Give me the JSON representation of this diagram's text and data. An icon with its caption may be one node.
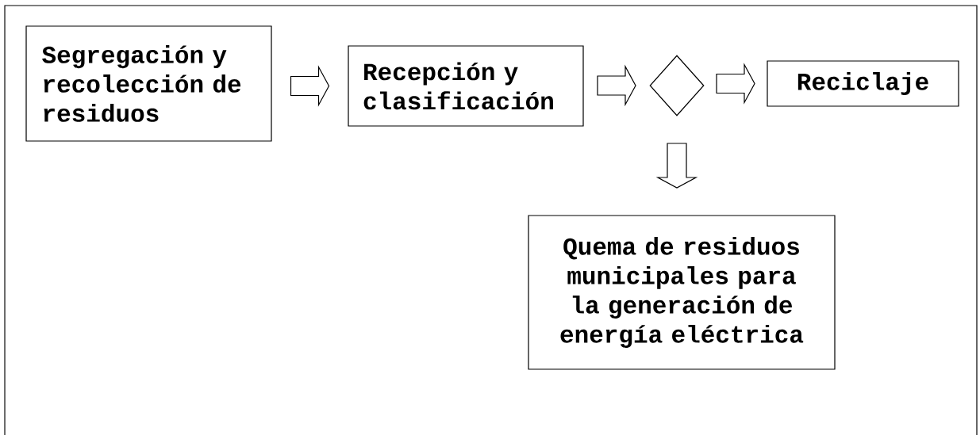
{
  "diagram": {
    "nodes": [
      {
        "text": [
          "Segregación y recolección de residuos"
        ]
      },
      {
        "text": [
          "Recepción y clasificación"
        ]
      },
      {
        "text": [],
        "shape": "diamond"
      },
      {
        "text": [
          "Reciclaje"
        ]
      },
      {
        "text": [
          "Quema de residuos municipales para la generación de energía eléctrica"
        ]
      }
    ],
    "edges": [
      {
        "from": 0,
        "to": 1,
        "arrow": "to"
      },
      {
        "from": 1,
        "to": 2,
        "arrow": "to"
      },
      {
        "from": 2,
        "to": 3,
        "arrow": "to"
      },
      {
        "from": 2,
        "to": 4,
        "arrow": "to"
      }
    ]
  }
}
